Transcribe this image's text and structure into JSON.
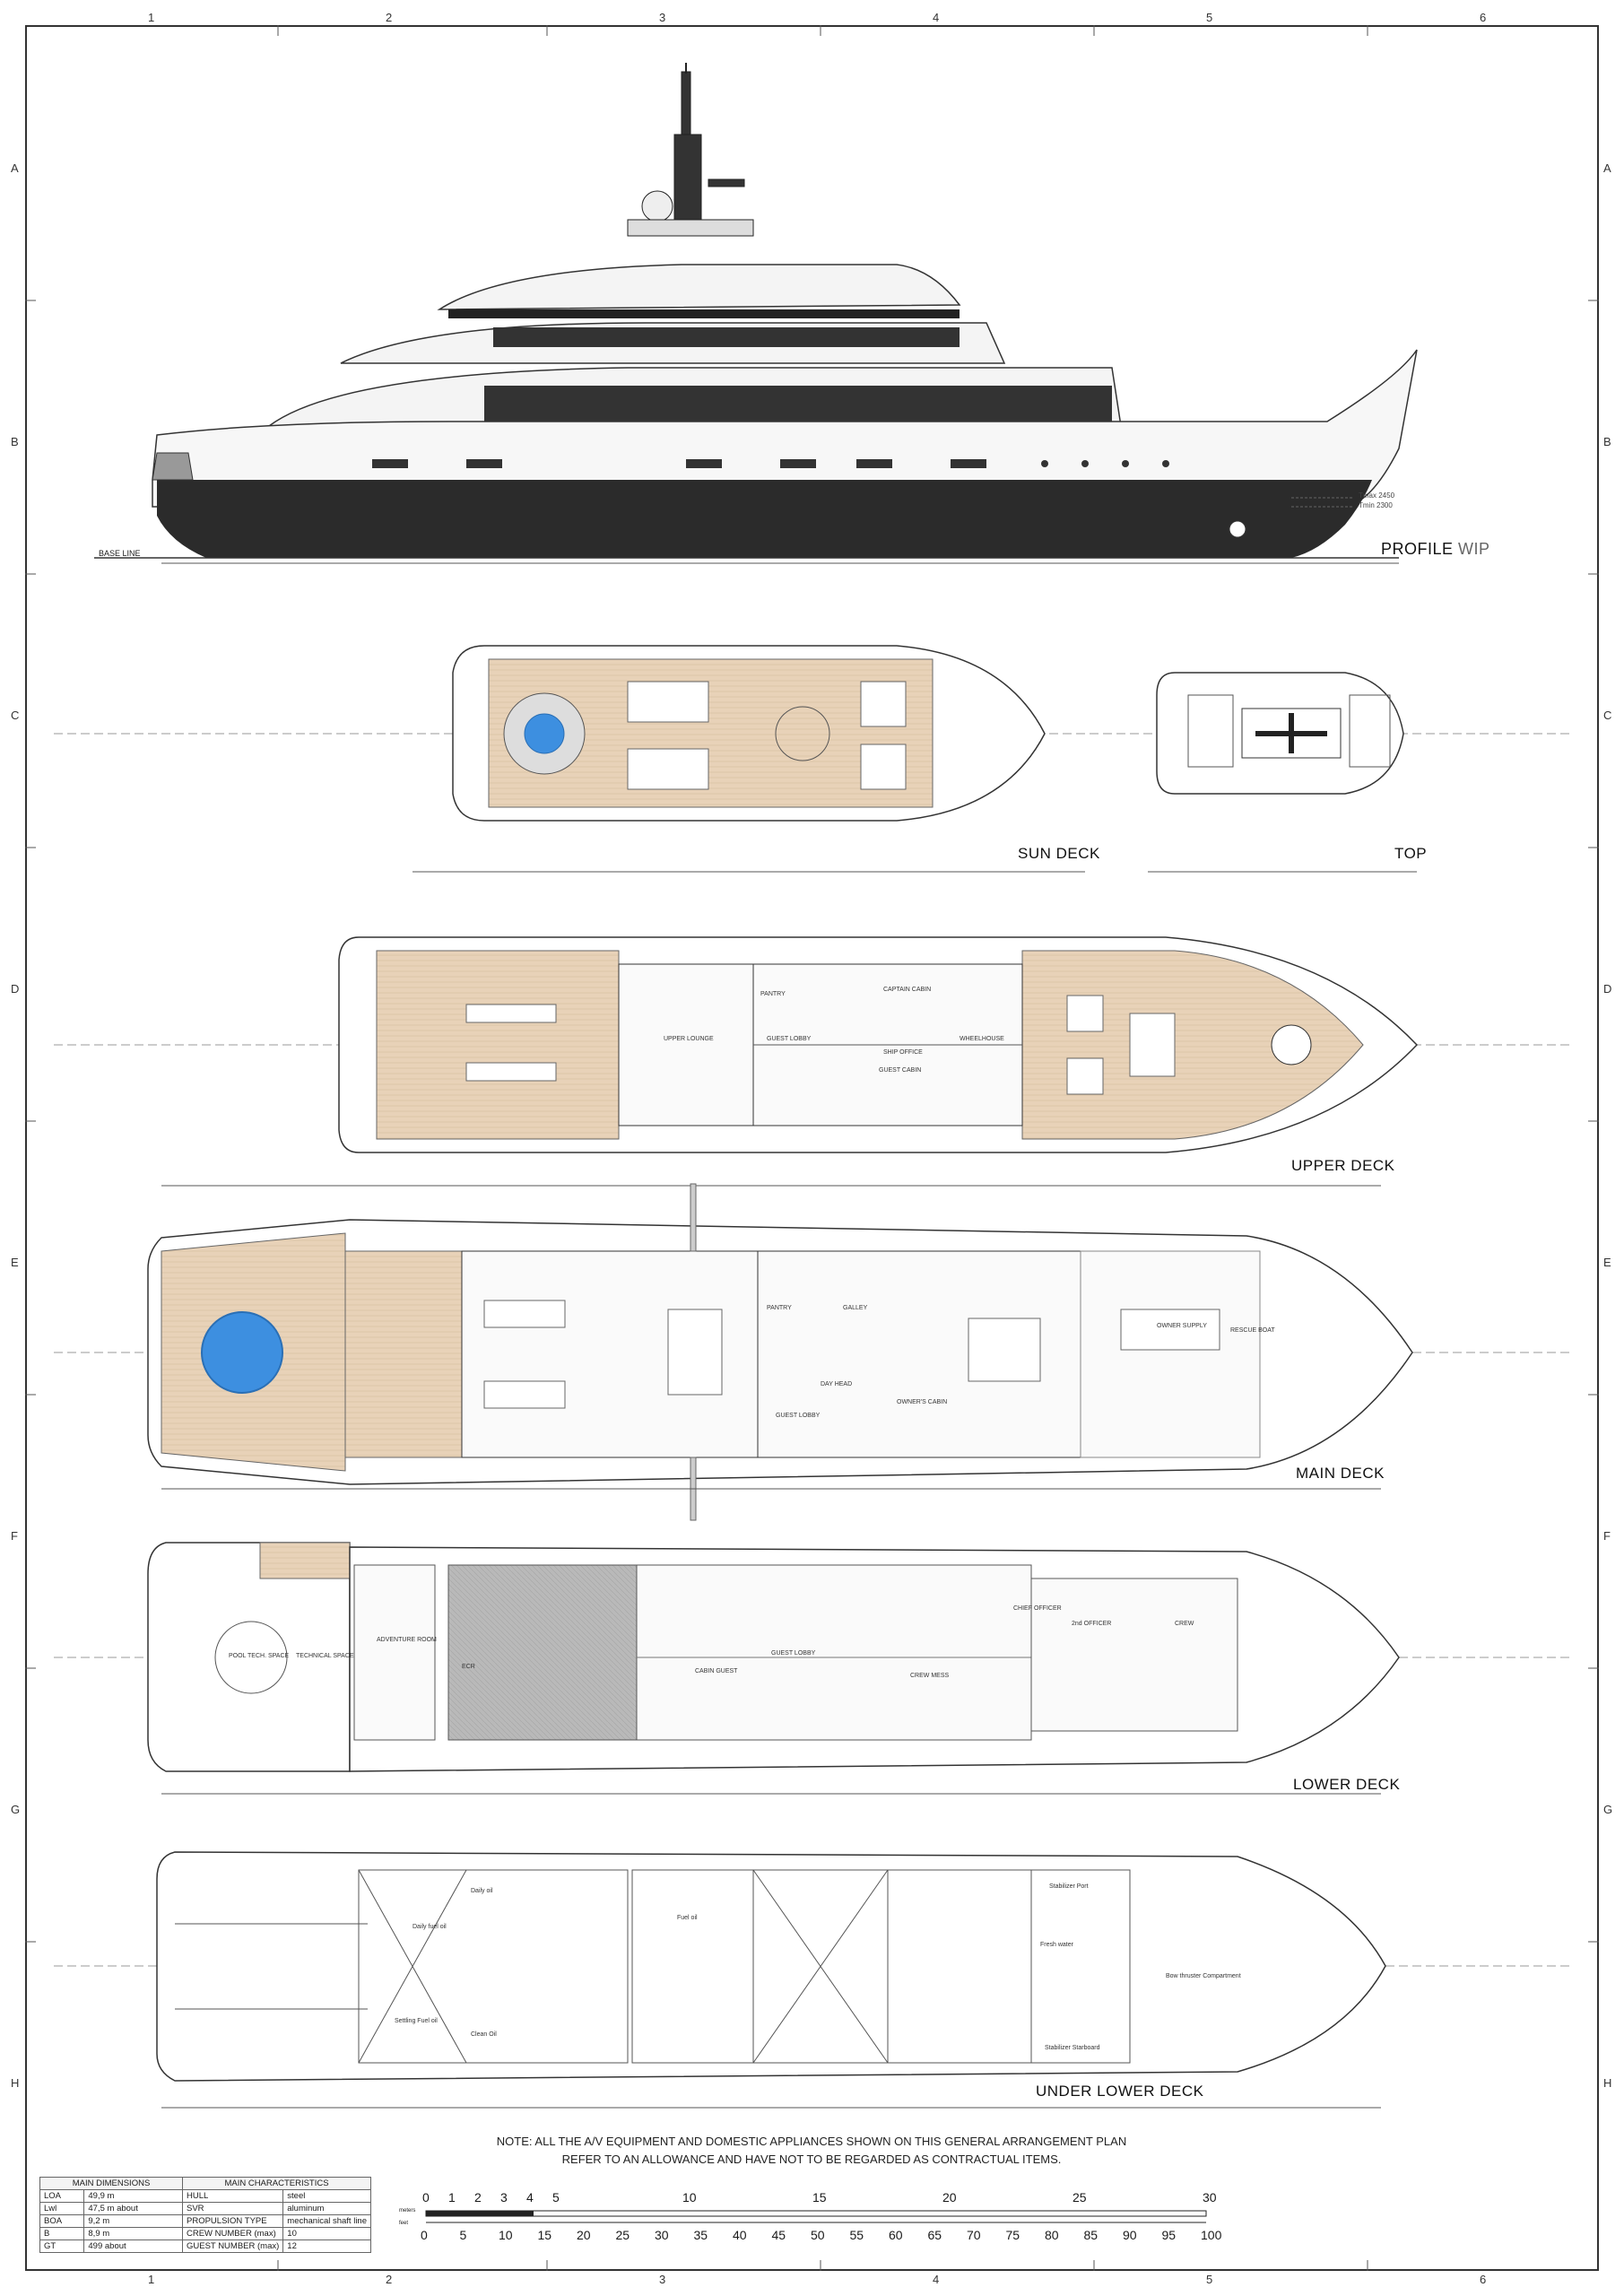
{
  "grid": {
    "columns": [
      "1",
      "2",
      "3",
      "4",
      "5",
      "6"
    ],
    "rows": [
      "A",
      "B",
      "C",
      "D",
      "E",
      "F",
      "G",
      "H"
    ]
  },
  "decks": {
    "profile": {
      "label": "PROFILE",
      "suffix": "WIP",
      "base_line": "BASE LINE",
      "tmax": "Tmax 2450",
      "tmin": "Tmin 2300"
    },
    "sun_deck": {
      "label": "SUN DECK"
    },
    "top": {
      "label": "TOP"
    },
    "upper_deck": {
      "label": "UPPER DECK",
      "rooms": [
        "UPPER LOUNGE",
        "PANTRY",
        "GUEST LOBBY",
        "CAPTAIN CABIN",
        "WHEELHOUSE",
        "GUEST CABIN",
        "SHIP OFFICE"
      ]
    },
    "main_deck": {
      "label": "MAIN DECK",
      "rooms": [
        "PANTRY",
        "GALLEY",
        "GUEST LOBBY",
        "OWNER'S CABIN",
        "OWNER SUPPLY",
        "RESCUE BOAT",
        "DAY HEAD"
      ]
    },
    "lower_deck": {
      "label": "LOWER DECK",
      "rooms": [
        "ADVENTURE ROOM",
        "ECR",
        "POOL TECH. SPACE",
        "TECHNICAL SPACE",
        "GUEST LOBBY",
        "CABIN GUEST",
        "CREW MESS",
        "CHIEF OFFICER",
        "2nd OFFICER",
        "CREW"
      ]
    },
    "under_lower_deck": {
      "label": "UNDER LOWER DECK",
      "rooms": [
        "Daily oil",
        "Daily fuel oil",
        "Settling Fuel oil",
        "Clean Oil",
        "Fuel oil",
        "Fresh water",
        "Stabilizer Port",
        "Stabilizer Starboard",
        "Bow thruster Compartment"
      ]
    }
  },
  "note": {
    "line1": "NOTE: ALL THE A/V EQUIPMENT AND DOMESTIC APPLIANCES SHOWN ON THIS GENERAL ARRANGEMENT PLAN",
    "line2": "REFER TO AN ALLOWANCE AND HAVE NOT TO BE REGARDED AS CONTRACTUAL ITEMS."
  },
  "spec_table": {
    "header_dim": "MAIN DIMENSIONS",
    "header_char": "MAIN CHARACTERISTICS",
    "rows": [
      {
        "k1": "LOA",
        "v1": "49,9 m",
        "k2": "HULL",
        "v2": "steel"
      },
      {
        "k1": "Lwl",
        "v1": "47,5 m about",
        "k2": "SVR",
        "v2": "aluminum"
      },
      {
        "k1": "BOA",
        "v1": "9,2 m",
        "k2": "PROPULSION TYPE",
        "v2": "mechanical shaft line"
      },
      {
        "k1": "B",
        "v1": "8,9 m",
        "k2": "CREW NUMBER (max)",
        "v2": "10"
      },
      {
        "k1": "GT",
        "v1": "499 about",
        "k2": "GUEST NUMBER (max)",
        "v2": "12"
      }
    ]
  },
  "scale_bar": {
    "meters_label": "meters",
    "feet_label": "feet",
    "meters": [
      "0",
      "1",
      "2",
      "3",
      "4",
      "5",
      "10",
      "15",
      "20",
      "25",
      "30"
    ],
    "feet": [
      "0",
      "5",
      "10",
      "15",
      "20",
      "25",
      "30",
      "35",
      "40",
      "45",
      "50",
      "55",
      "60",
      "65",
      "70",
      "75",
      "80",
      "85",
      "90",
      "95",
      "100"
    ]
  },
  "colors": {
    "hull": "#2b2b2b",
    "teak": "#e8d2b8",
    "pool": "#3d8fe0",
    "line": "#333333"
  }
}
